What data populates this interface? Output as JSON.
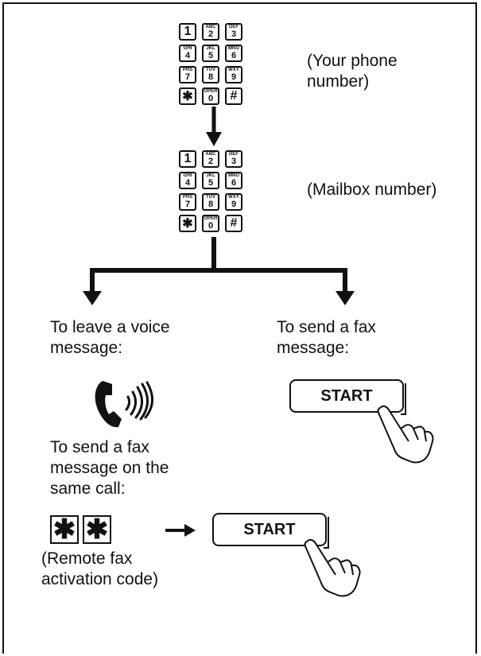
{
  "labels": {
    "your_phone": "(Your phone\nnumber)",
    "mailbox": "(Mailbox number)",
    "leave_voice": "To leave a voice\nmessage:",
    "send_fax": "To send a fax\nmessage:",
    "send_fax_same_call": "To send a fax\nmessage on the\nsame call:",
    "remote_code": "(Remote fax\nactivation code)"
  },
  "buttons": {
    "start_1": "START",
    "start_2": "START",
    "star_1": "✱",
    "star_2": "✱"
  },
  "keypad_keys": [
    {
      "num": "1",
      "letters": ""
    },
    {
      "num": "2",
      "letters": "ABC"
    },
    {
      "num": "3",
      "letters": "DEF"
    },
    {
      "num": "4",
      "letters": "GHI"
    },
    {
      "num": "5",
      "letters": "JKL"
    },
    {
      "num": "6",
      "letters": "MNO"
    },
    {
      "num": "7",
      "letters": "PRS"
    },
    {
      "num": "8",
      "letters": "TUV"
    },
    {
      "num": "9",
      "letters": "WXY"
    },
    {
      "num": "✱",
      "letters": ""
    },
    {
      "num": "0",
      "letters": "OPER"
    },
    {
      "num": "#",
      "letters": ""
    }
  ],
  "icons": {
    "phone": "phone-handset-icon",
    "sound": "sound-waves-icon",
    "hand": "pointing-hand-icon",
    "arrow": "arrow-right-icon"
  }
}
